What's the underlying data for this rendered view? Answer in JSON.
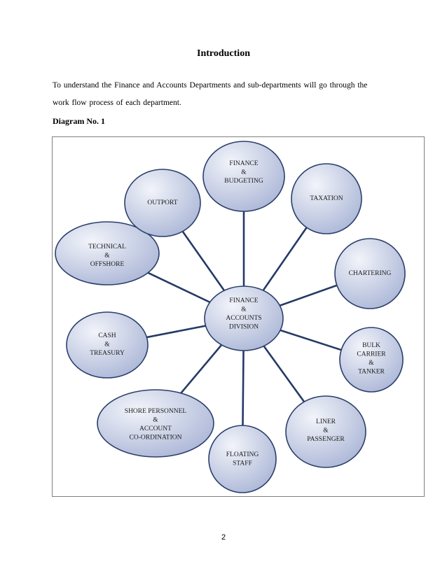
{
  "page": {
    "heading": "Introduction",
    "intro_line1": "To understand the Finance and Accounts Departments and sub-departments will go through the",
    "intro_line2": "work flow process of each department.",
    "diagram_label": "Diagram No. 1",
    "page_number": "2"
  },
  "diagram": {
    "center": {
      "id": "center",
      "lines": [
        "FINANCE",
        "&",
        "ACCOUNTS",
        "DIVISION"
      ]
    },
    "nodes": [
      {
        "id": "finance-budgeting",
        "lines": [
          "FINANCE",
          "&",
          "BUDGETING"
        ]
      },
      {
        "id": "taxation",
        "lines": [
          "TAXATION"
        ]
      },
      {
        "id": "chartering",
        "lines": [
          "CHARTERING"
        ]
      },
      {
        "id": "bulk-carrier-tanker",
        "lines": [
          "BULK",
          "CARRIER",
          "&",
          "TANKER"
        ]
      },
      {
        "id": "liner-passenger",
        "lines": [
          "LINER",
          "&",
          "PASSENGER"
        ]
      },
      {
        "id": "floating-staff",
        "lines": [
          "FLOATING",
          "STAFF"
        ]
      },
      {
        "id": "shore-personnel",
        "lines": [
          "SHORE PERSONNEL",
          "&",
          "ACCOUNT",
          "CO-ORDINATION"
        ]
      },
      {
        "id": "cash-treasury",
        "lines": [
          "CASH",
          "&",
          "TREASURY"
        ]
      },
      {
        "id": "technical-offshore",
        "lines": [
          "TECHNICAL",
          "&",
          "OFFSHORE"
        ]
      },
      {
        "id": "outport",
        "lines": [
          "OUTPORT"
        ]
      }
    ],
    "colors": {
      "fill_light": "#f2f4fa",
      "fill_dark": "#aeb9d8",
      "stroke": "#2b3f6b",
      "connector": "#253a66"
    }
  }
}
